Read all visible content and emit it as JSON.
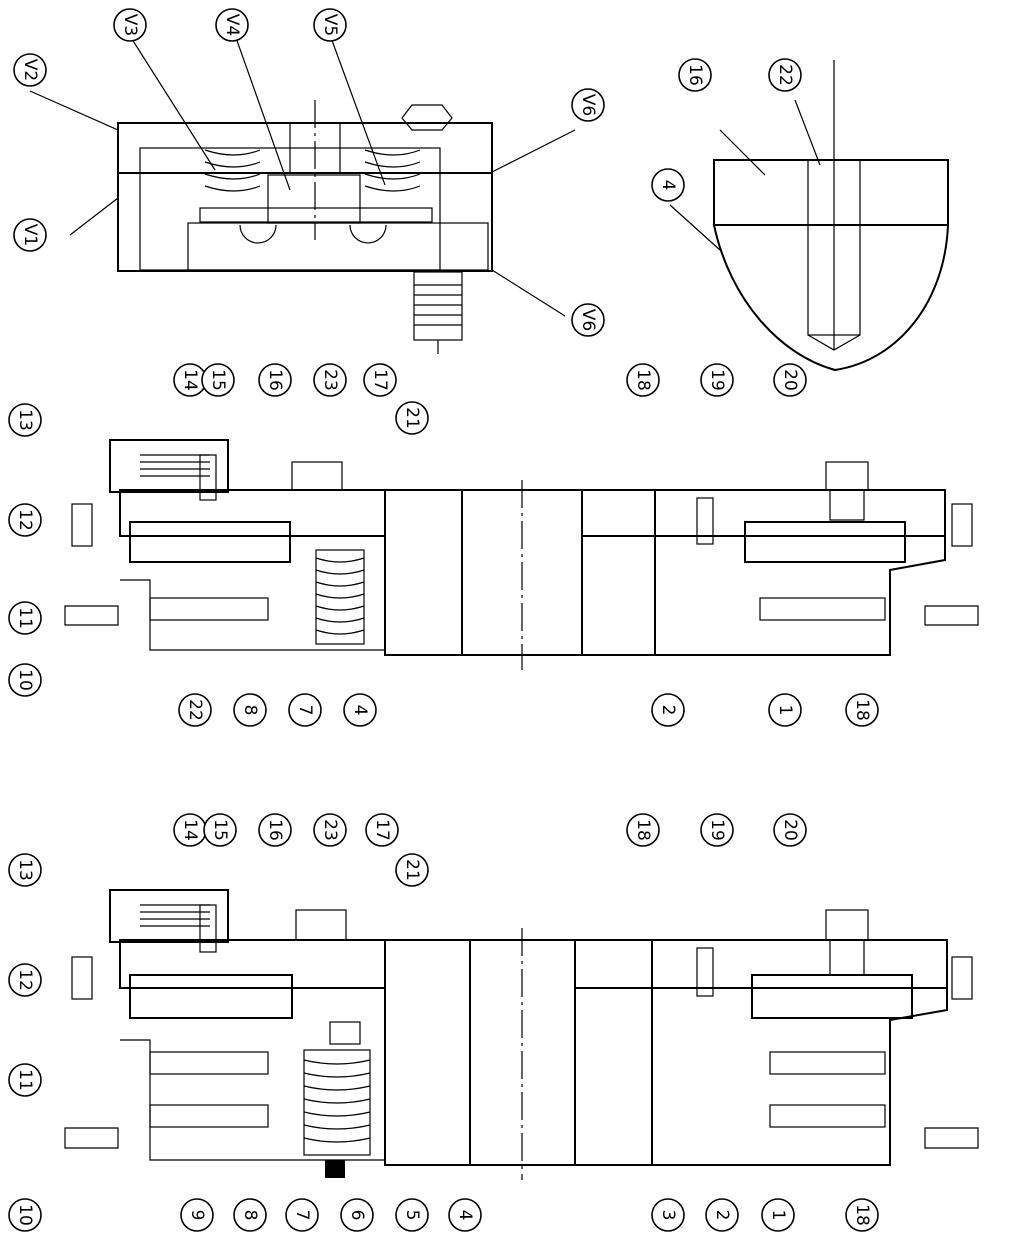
{
  "views": {
    "detail_v": {
      "balloons": [
        "V1",
        "V2",
        "V3",
        "V4",
        "V5",
        "V6",
        "V6"
      ]
    },
    "detail_22": {
      "balloons": [
        "4",
        "16",
        "22"
      ]
    },
    "section_1": {
      "balloons": [
        "14",
        "15",
        "16",
        "23",
        "17",
        "21",
        "18",
        "19",
        "20",
        "13",
        "12",
        "11",
        "10",
        "22",
        "8",
        "7",
        "4",
        "2",
        "1",
        "18"
      ]
    },
    "section_2": {
      "balloons": [
        "14",
        "15",
        "16",
        "23",
        "17",
        "21",
        "18",
        "19",
        "20",
        "13",
        "12",
        "11",
        "10",
        "9",
        "8",
        "7",
        "6",
        "5",
        "4",
        "3",
        "2",
        "1",
        "18"
      ]
    }
  }
}
